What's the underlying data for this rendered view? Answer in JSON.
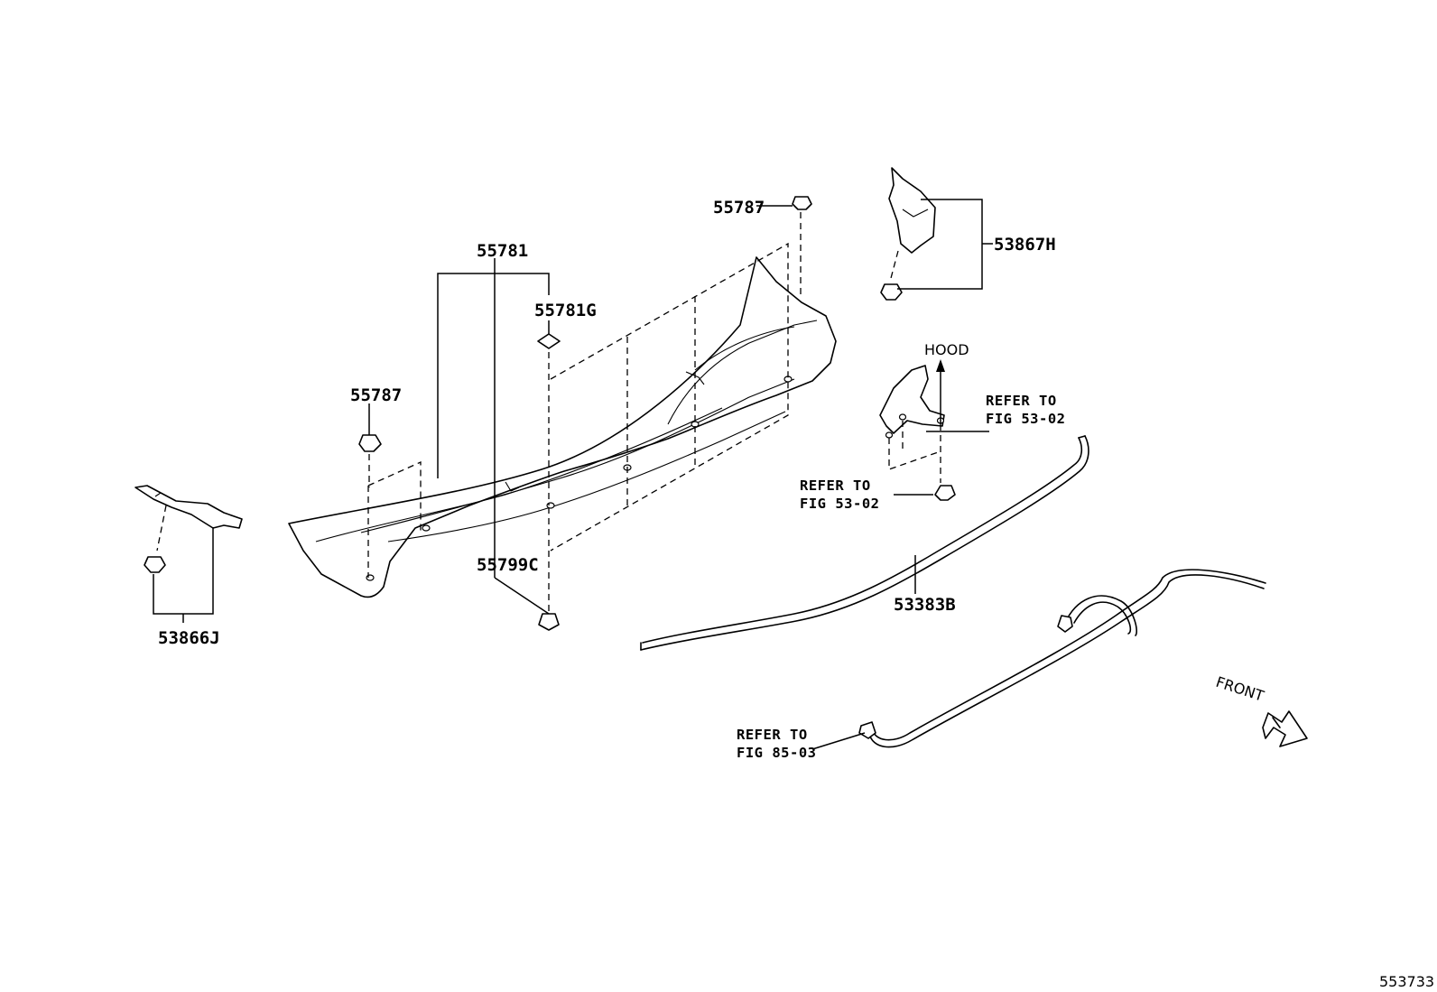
{
  "labels": {
    "p55787_top": "55787",
    "p55781": "55781",
    "p55781g": "55781G",
    "p55787_left": "55787",
    "p55799c": "55799C",
    "p53867h": "53867H",
    "p53866j": "53866J",
    "p53383b": "53383B",
    "hood": "HOOD",
    "refer_hood_1": "REFER TO",
    "refer_hood_2": "FIG 53-02",
    "refer_clip_1": "REFER TO",
    "refer_clip_2": "FIG 53-02",
    "refer_hose_1": "REFER TO",
    "refer_hose_2": "FIG 85-03",
    "front": "FRONT",
    "figure_no": "553733"
  }
}
